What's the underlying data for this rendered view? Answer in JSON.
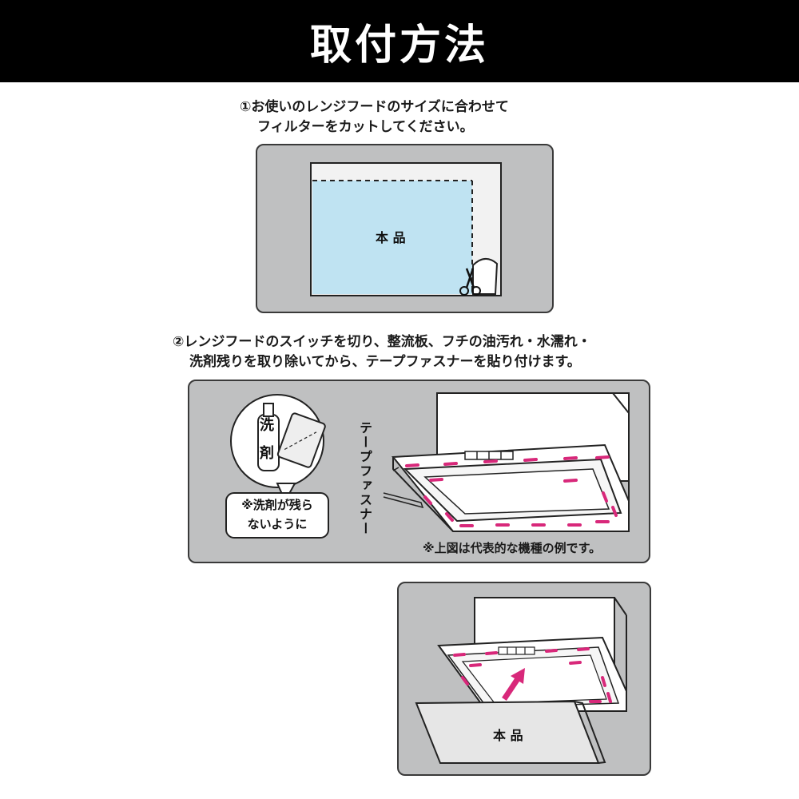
{
  "header": {
    "title": "取付方法"
  },
  "step1": {
    "line1": "①お使いのレンジフードのサイズに合わせて",
    "line2": "フィルターをカットしてください。",
    "product_label": "本 品"
  },
  "step2": {
    "line1": "②レンジフードのスイッチを切り、整流板、フチの油汚れ・水濡れ・",
    "line2": "洗剤残りを取り除いてから、テープファスナーを貼り付けます。",
    "bottle_label_1": "洗",
    "bottle_label_2": "剤",
    "bubble_line1": "※洗剤が残ら",
    "bubble_line2": "ないように",
    "tape_label": "テープファスナー",
    "note": "※上図は代表的な機種の例です。"
  },
  "step3": {
    "product_label": "本 品"
  },
  "colors": {
    "panel_bg": "#bfc0c1",
    "filter_blue": "#bfe3f2",
    "tape_pink": "#d8287a",
    "header_bg": "#000000"
  }
}
